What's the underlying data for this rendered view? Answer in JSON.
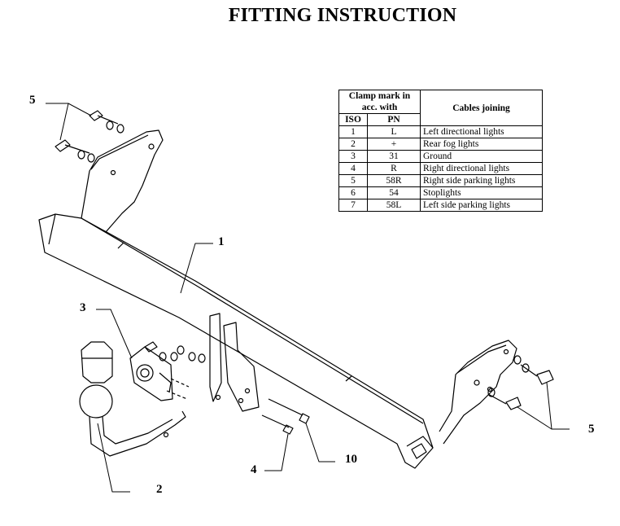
{
  "title": "FITTING INSTRUCTION",
  "table": {
    "header_clamp": "Clamp mark in acc. with",
    "header_cables": "Cables joining",
    "col_iso": "ISO",
    "col_pn": "PN",
    "rows": [
      {
        "iso": "1",
        "pn": "L",
        "desc": "Left directional lights"
      },
      {
        "iso": "2",
        "pn": "+",
        "desc": "Rear fog lights"
      },
      {
        "iso": "3",
        "pn": "31",
        "desc": "Ground"
      },
      {
        "iso": "4",
        "pn": "R",
        "desc": "Right directional lights"
      },
      {
        "iso": "5",
        "pn": "58R",
        "desc": "Right side parking lights"
      },
      {
        "iso": "6",
        "pn": "54",
        "desc": "Stoplights"
      },
      {
        "iso": "7",
        "pn": "58L",
        "desc": "Left side parking lights"
      }
    ]
  },
  "callouts": {
    "c5_left": "5",
    "c1": "1",
    "c3": "3",
    "c2": "2",
    "c4": "4",
    "c10": "10",
    "c5_right": "5"
  }
}
